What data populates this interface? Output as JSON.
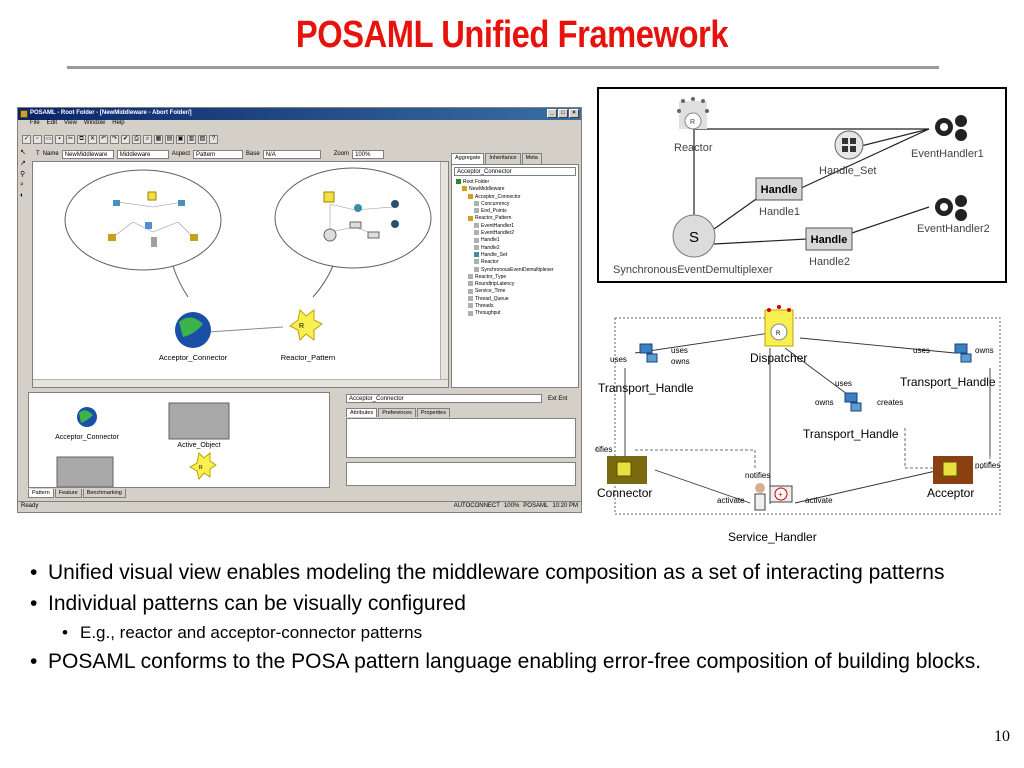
{
  "slide": {
    "title": "POSAML Unified Framework",
    "number": "10",
    "bullets": [
      {
        "level": 1,
        "text": "Unified visual view enables modeling the middleware composition as a set of interacting patterns"
      },
      {
        "level": 1,
        "text": "Individual patterns can be visually configured"
      },
      {
        "level": 2,
        "text": "E.g., reactor and acceptor-connector patterns"
      },
      {
        "level": 1,
        "text": "POSAML conforms to the POSA pattern language enabling error-free composition of building blocks."
      }
    ]
  },
  "gme": {
    "window_title": "POSAML - Root Folder - [NewMiddleware - Abort Folder/]",
    "menu": [
      "File",
      "Edit",
      "View",
      "Window",
      "Help"
    ],
    "name_label": "Name",
    "name_value": "NewMiddleware",
    "kind_value": "Middleware",
    "aspect_label": "Aspect",
    "aspect_value": "Pattern",
    "base_label": "Base",
    "base_value": "N/A",
    "zoom_label": "Zoom",
    "zoom_value": "100%",
    "canvas_nodes": {
      "acceptor": "Acceptor_Connector",
      "reactor": "Reactor_Pattern"
    },
    "browser_tabs": [
      "Aggregate",
      "Inheritance",
      "Meta"
    ],
    "browser_combo": "Acceptor_Connector",
    "tree": [
      "Root Folder",
      "NewMiddleware",
      "Acceptor_Connector",
      "Concurrency",
      "End_Points",
      "Reactor_Pattern",
      "EventHandler1",
      "EventHandler2",
      "Handle1",
      "Handle2",
      "Handle_Set",
      "Reactor",
      "SynchronousEventDemultiplexer",
      "Reactor_Type",
      "RoundtripLatency",
      "Service_Time",
      "Thread_Queue",
      "Threads",
      "Throughput"
    ],
    "parts": {
      "acceptor": "Acceptor_Connector",
      "active": "Active_Object"
    },
    "part_tabs": [
      "Pattern",
      "Feature",
      "Benchmarking"
    ],
    "attr_field": "Acceptor_Connector",
    "attr_checkbox": "Ext Ent",
    "attr_tabs": [
      "Attributes",
      "Preferences",
      "Properties"
    ],
    "status_left": "Ready",
    "status_cells": [
      "AUTOCONNECT",
      "100%",
      "POSAML",
      "10:20 PM"
    ]
  },
  "reactor_diagram": {
    "reactor": "Reactor",
    "handle_set": "Handle_Set",
    "event_handler1": "EventHandler1",
    "handle_box": "Handle",
    "handle1": "Handle1",
    "handle2": "Handle2",
    "event_handler2": "EventHandler2",
    "s_glyph": "S",
    "r_glyph": "R",
    "demux": "SynchronousEventDemultiplexer"
  },
  "dispatch_diagram": {
    "dispatcher": "Dispatcher",
    "transport_left": "Transport_Handle",
    "transport_right": "Transport_Handle",
    "transport_mid": "Transport_Handle",
    "connector": "Connector",
    "acceptor": "Acceptor",
    "service_handler": "Service_Handler",
    "uses": "uses",
    "owns": "owns",
    "creates": "creates",
    "notifies": "notifies",
    "activate": "activate"
  },
  "colors": {
    "title_red": "#e8120c",
    "rule_gray": "#9a9a9a",
    "win_blue": "#0a246a",
    "handle_gray": "#d8d8d8"
  }
}
